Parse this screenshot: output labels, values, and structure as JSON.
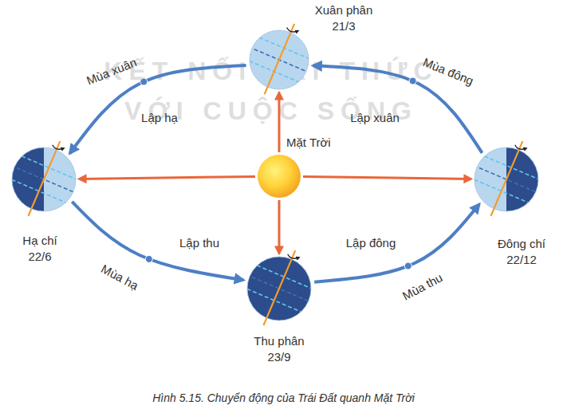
{
  "diagram": {
    "caption": "Hình 5.15. Chuyển động của Trái Đất quanh Mặt Trời",
    "nodes": [
      {
        "text": [
          "Xuân phân 21/3"
        ]
      },
      {
        "text": [
          "Hạ chí 22/6"
        ]
      },
      {
        "text": [
          "Mặt Trời"
        ]
      },
      {
        "text": [
          "Đông chí 22/12"
        ]
      },
      {
        "text": [
          "Thu phân 23/9"
        ]
      }
    ],
    "edges": [
      {
        "from": 0,
        "to": 1,
        "arrow": "to",
        "label": "Mùa xuân"
      },
      {
        "from": 1,
        "to": 4,
        "arrow": "to",
        "label": "Mùa hạ"
      },
      {
        "from": 4,
        "to": 3,
        "arrow": "to",
        "label": "Mùa thu"
      },
      {
        "from": 3,
        "to": 0,
        "arrow": "to",
        "label": "Mùa đông"
      },
      {
        "from": 2,
        "to": 0,
        "arrow": "to"
      },
      {
        "from": 2,
        "to": 1,
        "arrow": "to"
      },
      {
        "from": 2,
        "to": 3,
        "arrow": "to"
      },
      {
        "from": 2,
        "to": 4,
        "arrow": "to"
      }
    ],
    "labels": [
      "KẾT NỐI TRI THỨC",
      "VỚI CUỘC SỐNG",
      "Lập hạ",
      "Lập xuân",
      "Lập thu",
      "Lập đông"
    ]
  }
}
